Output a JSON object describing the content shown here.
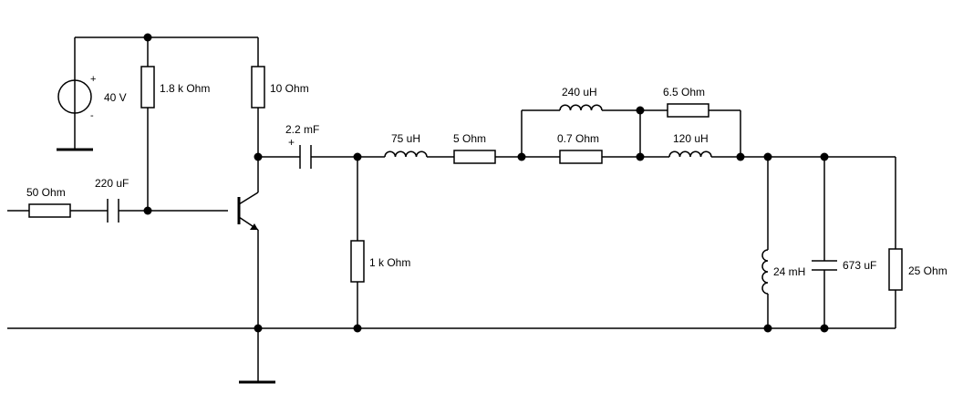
{
  "colors": {
    "wire": "#000000",
    "background": "#ffffff"
  },
  "components": {
    "source": {
      "value": "40 V",
      "plus": "+",
      "minus": "-"
    },
    "r_input": {
      "value": "50  Ohm"
    },
    "c_input": {
      "value": "220 uF"
    },
    "r_bias": {
      "value": "1.8 k Ohm"
    },
    "r_collector": {
      "value": "10  Ohm"
    },
    "c_coupling": {
      "value": "2.2 mF",
      "plus": "+"
    },
    "r_load1": {
      "value": "1 k Ohm"
    },
    "l_series1": {
      "value": "75 uH"
    },
    "r_series1": {
      "value": "5  Ohm"
    },
    "l_top": {
      "value": "240 uH"
    },
    "r_top": {
      "value": "6.5  Ohm"
    },
    "r_mid": {
      "value": "0.7  Ohm"
    },
    "l_mid": {
      "value": "120 uH"
    },
    "l_shunt": {
      "value": "24 mH"
    },
    "c_shunt": {
      "value": "673 uF"
    },
    "r_out": {
      "value": "25  Ohm"
    }
  }
}
